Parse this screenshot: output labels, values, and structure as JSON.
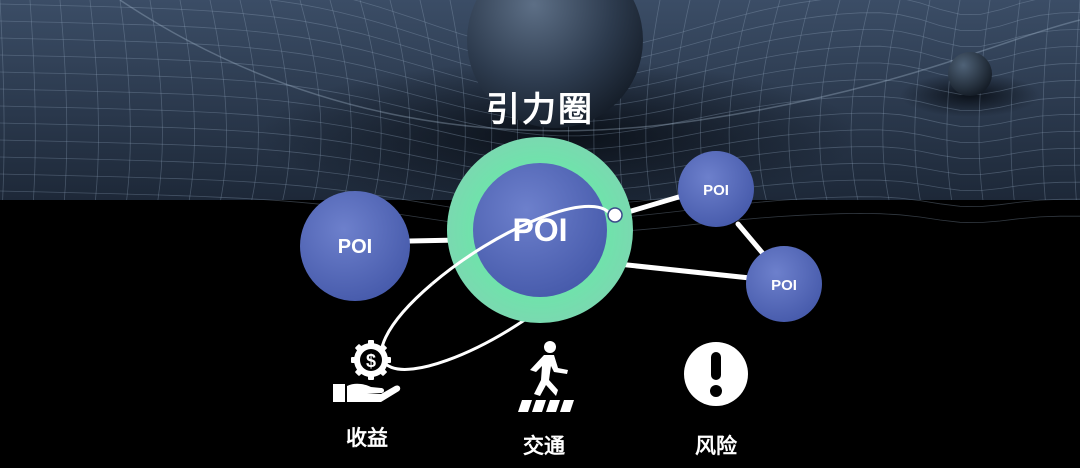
{
  "title": "引力圈",
  "poi": {
    "center": "POI",
    "left": "POI",
    "top_right": "POI",
    "bottom_right": "POI"
  },
  "features": [
    {
      "icon": "revenue-icon",
      "label": "收益"
    },
    {
      "icon": "traffic-icon",
      "label": "交通"
    },
    {
      "icon": "risk-icon",
      "label": "风险"
    }
  ],
  "colors": {
    "poi_fill": "#5b6fc0",
    "halo": "#6fe0a8",
    "background": "#000000"
  }
}
